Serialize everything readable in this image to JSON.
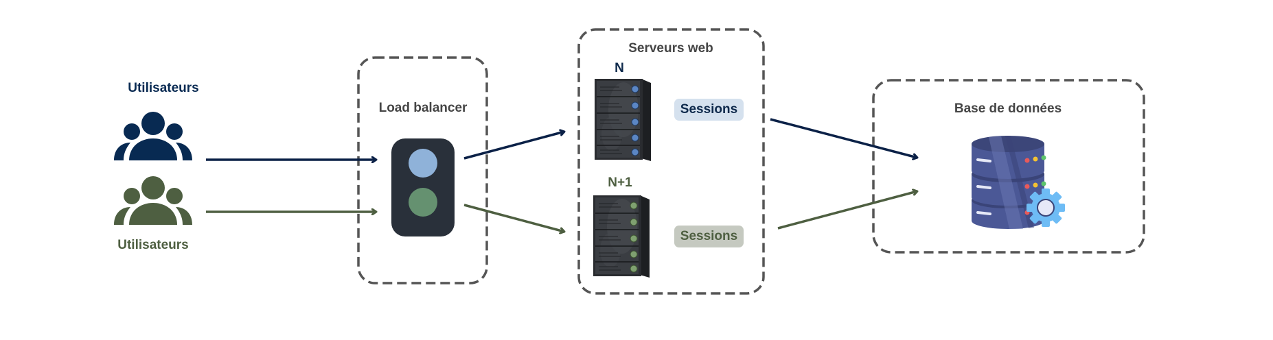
{
  "diagram": {
    "users_primary": {
      "label": "Utilisateurs",
      "color": "#082a52"
    },
    "users_secondary": {
      "label": "Utilisateurs",
      "color": "#4e5f41"
    },
    "load_balancer": {
      "title": "Load balancer",
      "device_color": "#29303a",
      "light_top_color": "#8fb2d9",
      "light_bottom_color": "#659170"
    },
    "web_servers": {
      "title": "Serveurs web",
      "servers": [
        {
          "label": "N",
          "label_color": "#0f2a4c",
          "button_color": "#5b86c4",
          "session": {
            "label": "Sessions",
            "bg": "#d5e1ee",
            "fg": "#0f2a4c"
          }
        },
        {
          "label": "N+1",
          "label_color": "#4e5f41",
          "button_color": "#7fa070",
          "session": {
            "label": "Sessions",
            "bg": "#c5c9c0",
            "fg": "#4e5f41"
          }
        }
      ]
    },
    "database": {
      "title": "Base de données"
    },
    "arrow_colors": {
      "primary": "#0b2147",
      "secondary": "#4e5f41"
    },
    "container_border_color": "#555555"
  }
}
